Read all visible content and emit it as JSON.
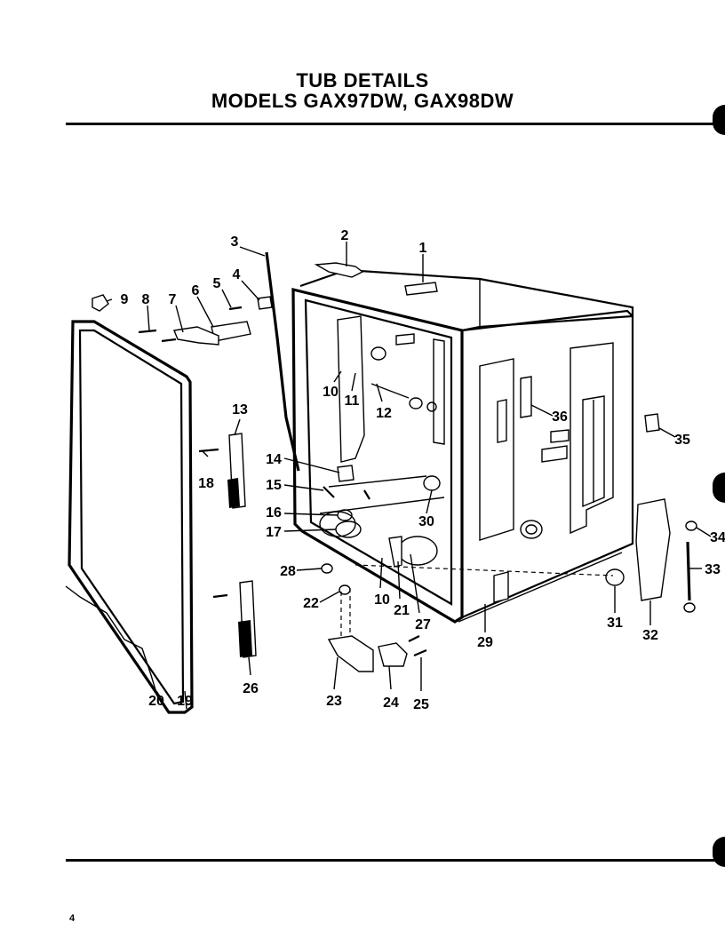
{
  "header": {
    "title_line1": "TUB  DETAILS",
    "title_line2": "MODELS GAX97DW, GAX98DW"
  },
  "footer": {
    "page_number": "4"
  },
  "callouts": [
    "1",
    "2",
    "3",
    "4",
    "5",
    "6",
    "7",
    "8",
    "9",
    "10",
    "11",
    "12",
    "13",
    "14",
    "15",
    "16",
    "17",
    "18",
    "19",
    "20",
    "21",
    "22",
    "23",
    "24",
    "25",
    "26",
    "27",
    "28",
    "29",
    "30",
    "31",
    "32",
    "33",
    "34",
    "35",
    "36",
    "10"
  ]
}
